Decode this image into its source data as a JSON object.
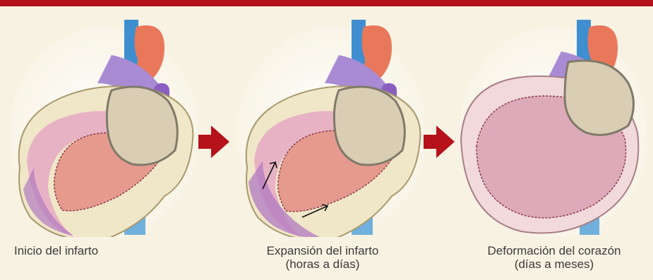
{
  "header_bar_color": "#b5121b",
  "arrow_color": "#b5121b",
  "panels": [
    {
      "caption_line1": "Inicio del infarto",
      "caption_line2": ""
    },
    {
      "caption_line1": "Expansión del infarto",
      "caption_line2": "(horas a días)"
    },
    {
      "caption_line1": "Deformación del corazón",
      "caption_line2": "(días a meses)"
    }
  ]
}
